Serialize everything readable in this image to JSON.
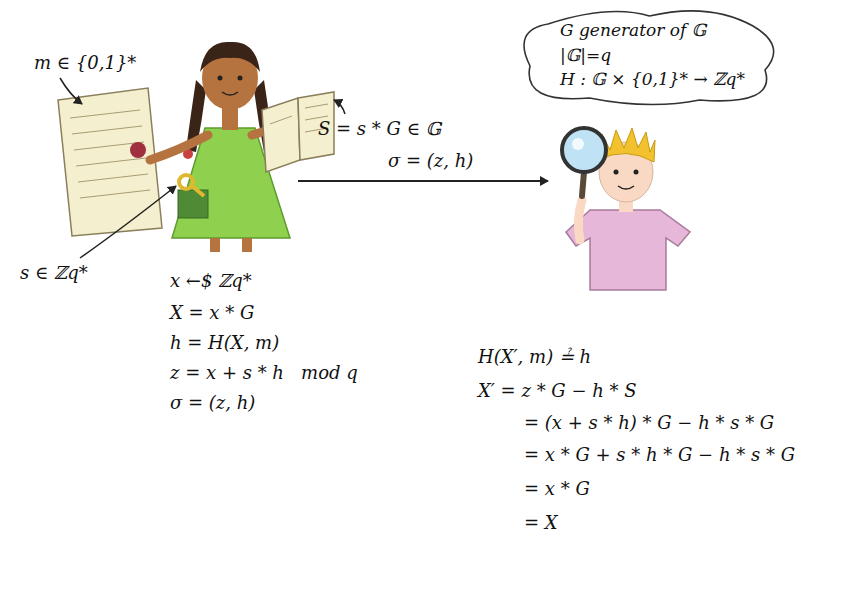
{
  "diagram": {
    "nodes": [
      {
        "text": [
          "G generator of 𝔾",
          "|𝔾|=q",
          "H : 𝔾 × {0,1}* → ℤq*"
        ]
      }
    ],
    "labels": [
      "m ∈ {0,1}*",
      "S = s * G ∈ 𝔾",
      "s ∈ ℤq*",
      "x ←$ ℤq*",
      "X = x * G",
      "h = H(X, m)",
      "z = x + s * h   mod q",
      "σ = (z, h)",
      "σ = (z, h)",
      "H(X′, m) ≟ h",
      "X′ = z * G − h * S",
      "= (x + s * h) * G − h * s * G",
      "= x * G + s * h * G − h * s * G",
      "= x * G",
      "= X"
    ]
  }
}
